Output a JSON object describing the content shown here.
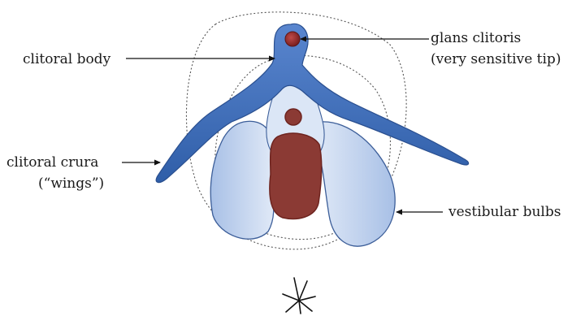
{
  "labels": {
    "glans_line1": "glans clitoris",
    "glans_line2": "(very sensitive tip)",
    "clitoral_body": "clitoral body",
    "crura_line1": "clitoral crura",
    "crura_line2": "(“wings”)",
    "vestibular_bulbs": "vestibular bulbs"
  },
  "colors": {
    "clitoris_blue": "#3f6fbf",
    "clitoris_edge": "#2a4f8f",
    "bulb_light": "#c9d8f0",
    "bulb_edge": "#3c5e99",
    "opening_red": "#8b3a34",
    "opening_edge": "#6e241f",
    "glans_red": "#9e2a2a"
  },
  "icons": {
    "bottom_mark": "asterisk-sketch-icon"
  }
}
